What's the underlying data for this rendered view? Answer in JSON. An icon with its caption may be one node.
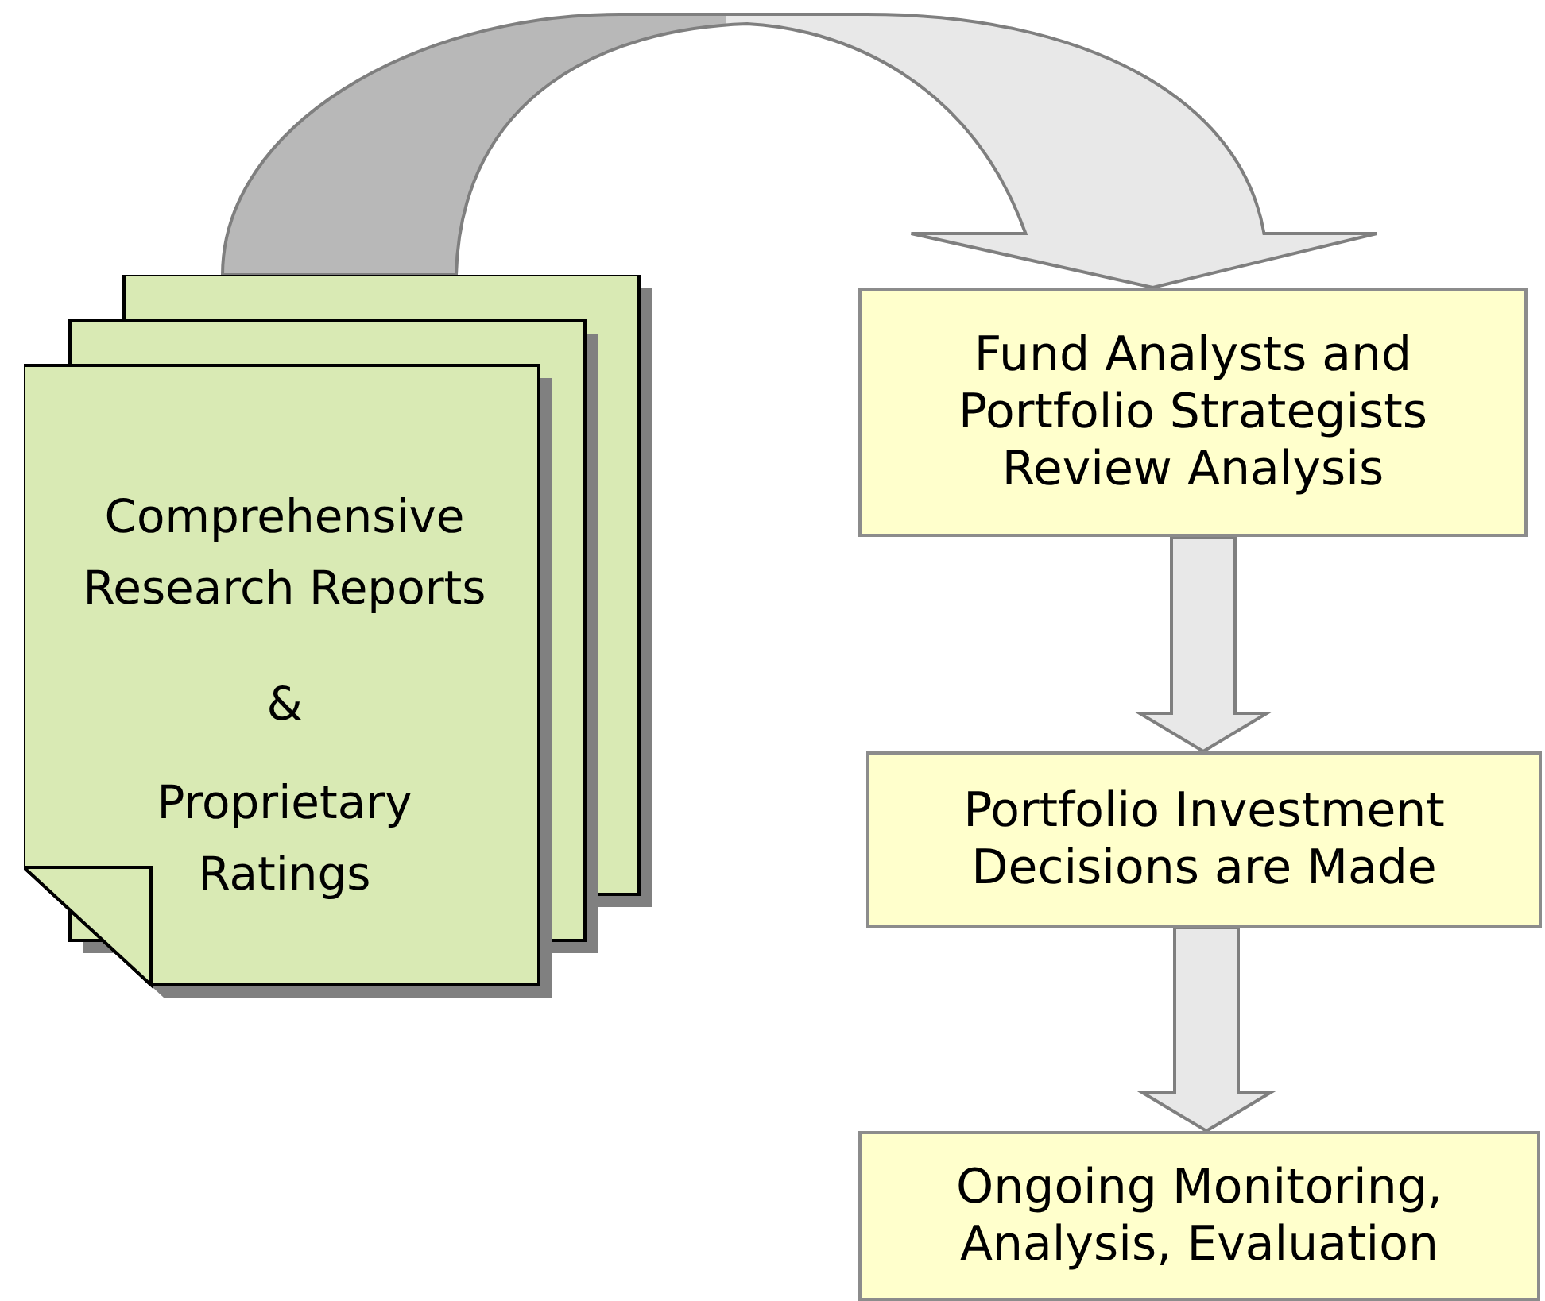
{
  "diagram": {
    "nodes": [
      {
        "text": [
          "Comprehensive Research Reports",
          "&",
          "Proprietary Ratings"
        ]
      },
      {
        "text": [
          "Fund Analysts and Portfolio Strategists Review Analysis"
        ]
      },
      {
        "text": [
          "Portfolio Investment Decisions are Made"
        ]
      },
      {
        "text": [
          "Ongoing Monitoring, Analysis, Evaluation"
        ]
      }
    ],
    "edges": [
      {
        "from": 0,
        "to": 1,
        "arrow": "to"
      },
      {
        "from": 1,
        "to": 2,
        "arrow": "to"
      },
      {
        "from": 2,
        "to": 3,
        "arrow": "to"
      }
    ]
  }
}
